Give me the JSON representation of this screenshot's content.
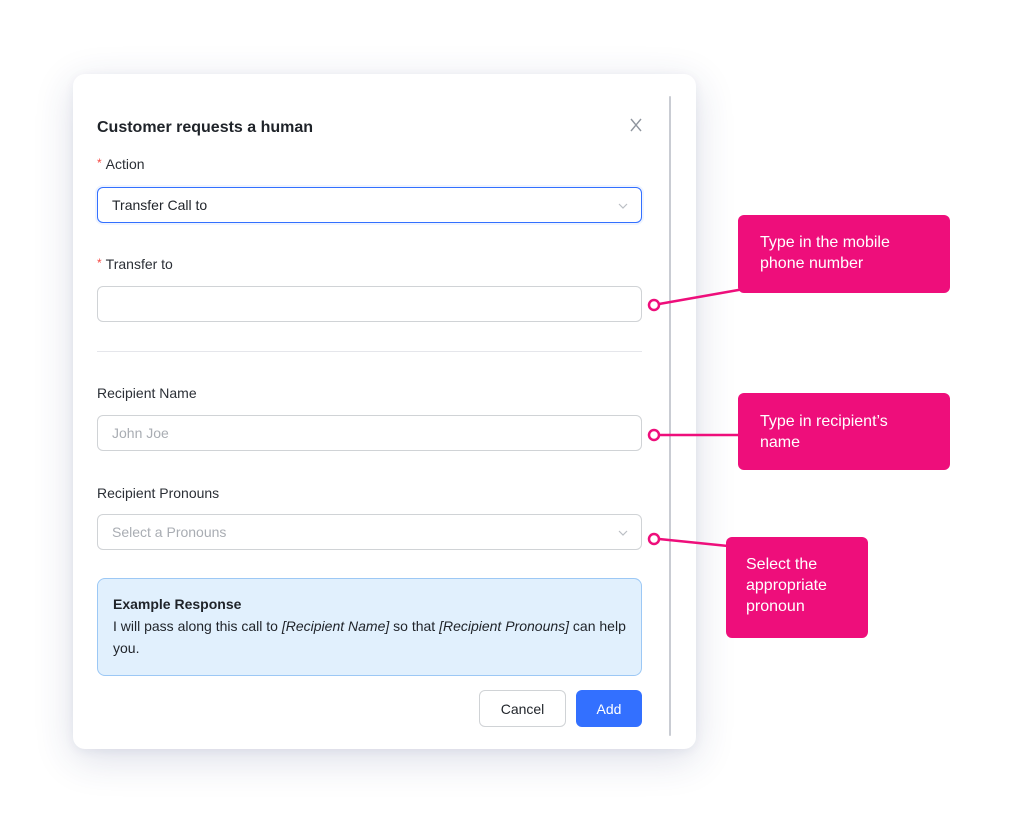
{
  "dialog": {
    "title": "Customer requests a human",
    "action": {
      "label": "Action",
      "value": "Transfer Call to"
    },
    "transfer_to": {
      "label": "Transfer to",
      "value": ""
    },
    "recipient_name": {
      "label": "Recipient Name",
      "placeholder": "John Joe"
    },
    "recipient_pronouns": {
      "label": "Recipient Pronouns",
      "placeholder": "Select a Pronouns"
    },
    "example": {
      "title": "Example Response",
      "part1": "I will pass along this call to ",
      "var1": "[Recipient Name]",
      "part2": " so that ",
      "var2": "[Recipient Pronouns]",
      "part3": " can help you."
    },
    "buttons": {
      "cancel": "Cancel",
      "add": "Add"
    }
  },
  "callouts": {
    "phone": "Type in the mobile phone number",
    "name": "Type in recipient’s name",
    "pronoun": "Select the appropriate pronoun"
  },
  "colors": {
    "accent": "#3370ff",
    "callout": "#ee0e7b",
    "required": "#f54a45",
    "example_bg": "#e1f0fd"
  },
  "icons": [
    "close-icon",
    "chevron-down-icon"
  ]
}
